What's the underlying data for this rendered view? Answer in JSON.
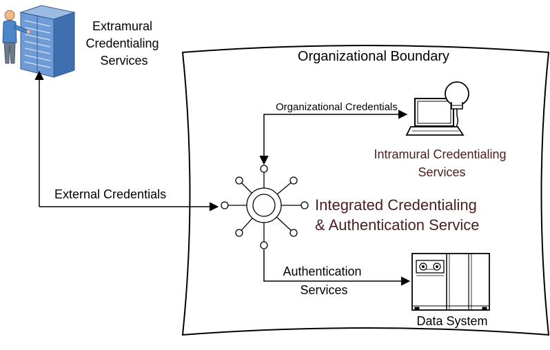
{
  "colors": {
    "line": "#000000",
    "accent_text": "#4a1e1e",
    "monitor_screen": "#ffffff",
    "server_blue": "#6f9cd6",
    "server_dark": "#2e5a96",
    "person_skin": "#f2b98a",
    "person_shirt": "#4a86c8"
  },
  "nodes": {
    "extramural": {
      "lines": [
        "Extramural",
        "Credentialing",
        "Services"
      ],
      "icon": "server-rack-with-person-icon"
    },
    "boundary": {
      "label": "Organizational Boundary"
    },
    "intramural": {
      "lines": [
        "Intramural Credentialing",
        "Services"
      ],
      "icon": "laptop-with-lightbulb-icon"
    },
    "hub": {
      "lines": [
        "Integrated Credentialing",
        "& Authentication Service"
      ],
      "icon": "hub-network-icon"
    },
    "data_system": {
      "label": "Data System",
      "icon": "mainframe-tape-icon"
    }
  },
  "edges": {
    "external_credentials": "External Credentials",
    "organizational_credentials": "Organizational Credentials",
    "authentication_services": [
      "Authentication",
      "Services"
    ]
  }
}
